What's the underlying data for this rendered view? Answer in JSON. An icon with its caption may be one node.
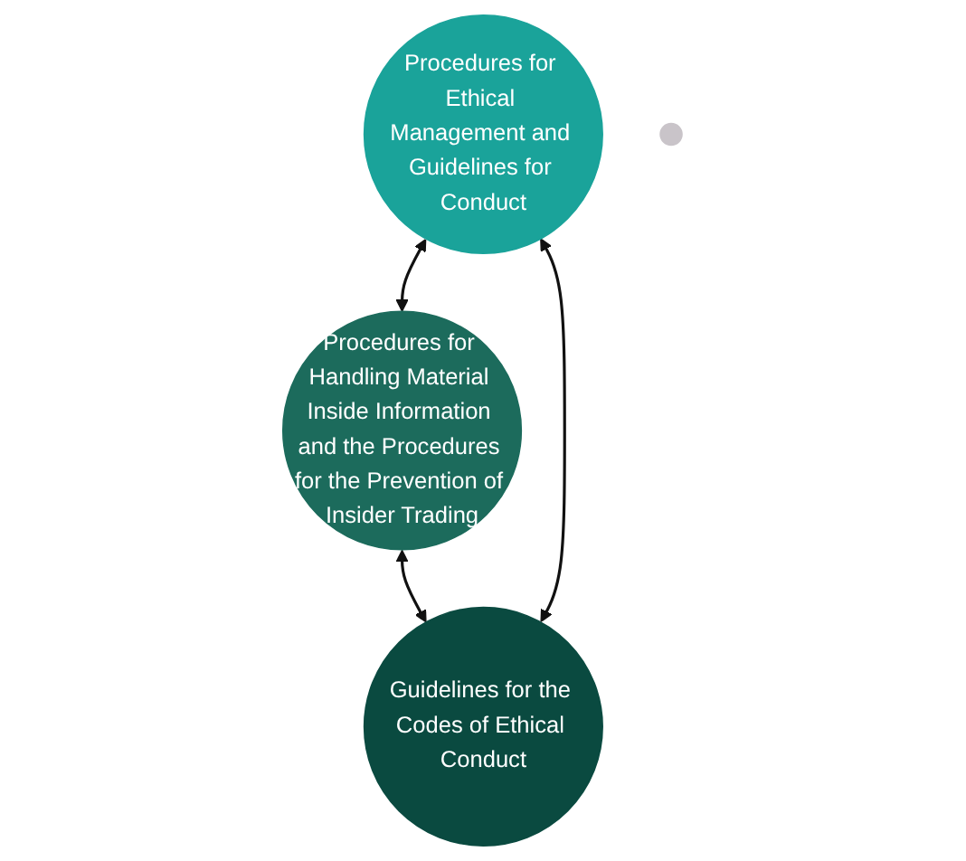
{
  "diagram": {
    "nodes": [
      {
        "text": [
          "Procedures for Ethical Management and Guidelines for Conduct"
        ]
      },
      {
        "text": [],
        "shape": "circle"
      },
      {
        "text": [
          "Guidelines for the Codes of Ethical Conduct"
        ]
      },
      {
        "text": [
          "Procedures for Handling Material Inside Information and the Procedures for the Prevention of Insider Trading"
        ]
      }
    ],
    "edges": [
      {
        "from": 0,
        "to": 3,
        "arrow": "both"
      },
      {
        "from": 3,
        "to": 2,
        "arrow": "both"
      },
      {
        "from": 2,
        "to": 0,
        "arrow": "both"
      }
    ]
  }
}
